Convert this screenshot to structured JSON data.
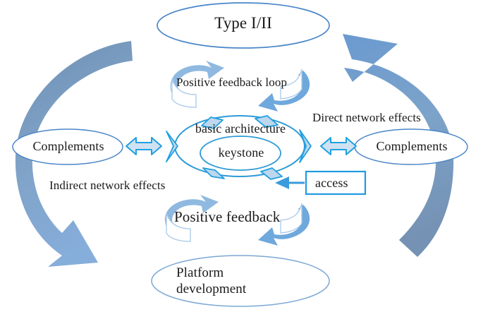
{
  "diagram": {
    "title": "Platform ecosystem positive feedback diagram",
    "colors": {
      "ellipse_stroke": "#4A86C8",
      "inner_ellipse_stroke": "#2E9BD6",
      "chevron_fill": "#BDD7EE",
      "chevron_stroke": "#20A0E0",
      "big_arc": "#6E92B8",
      "big_arrow_head": "#5B9BD5",
      "cycle_arrow": "#5B9BD5",
      "access_box_stroke": "#1F9CE0",
      "text": "#1a1a1a"
    },
    "nodes": {
      "top_ellipse": {
        "label": "Type I/II"
      },
      "bottom_ellipse": {
        "label_line1": "Platform",
        "label_line2": "development"
      },
      "left_ellipse": {
        "label": "Complements"
      },
      "right_ellipse": {
        "label": "Complements"
      },
      "center_outer": {
        "label": "basic architecture"
      },
      "center_inner": {
        "label": "keystone"
      },
      "access_box": {
        "label": "access"
      }
    },
    "labels": {
      "positive_feedback_loop": "Positive feedback loop",
      "positive_feedback": "Positive feedback",
      "direct_network_effects": "Direct network effects",
      "indirect_network_effects": "Indirect network effects"
    },
    "icons": {
      "cycle_top": "circular-arrow-icon",
      "cycle_bottom": "circular-arrow-icon",
      "left_double_arrow": "double-headed-arrow-icon",
      "right_double_arrow": "double-headed-arrow-icon",
      "access_arrow": "arrow-left-icon",
      "outer_left_arc": "curved-arrow-down-icon",
      "outer_right_arc": "curved-arrow-up-icon",
      "ring_chevrons": "chevron-rotation-icon"
    }
  }
}
